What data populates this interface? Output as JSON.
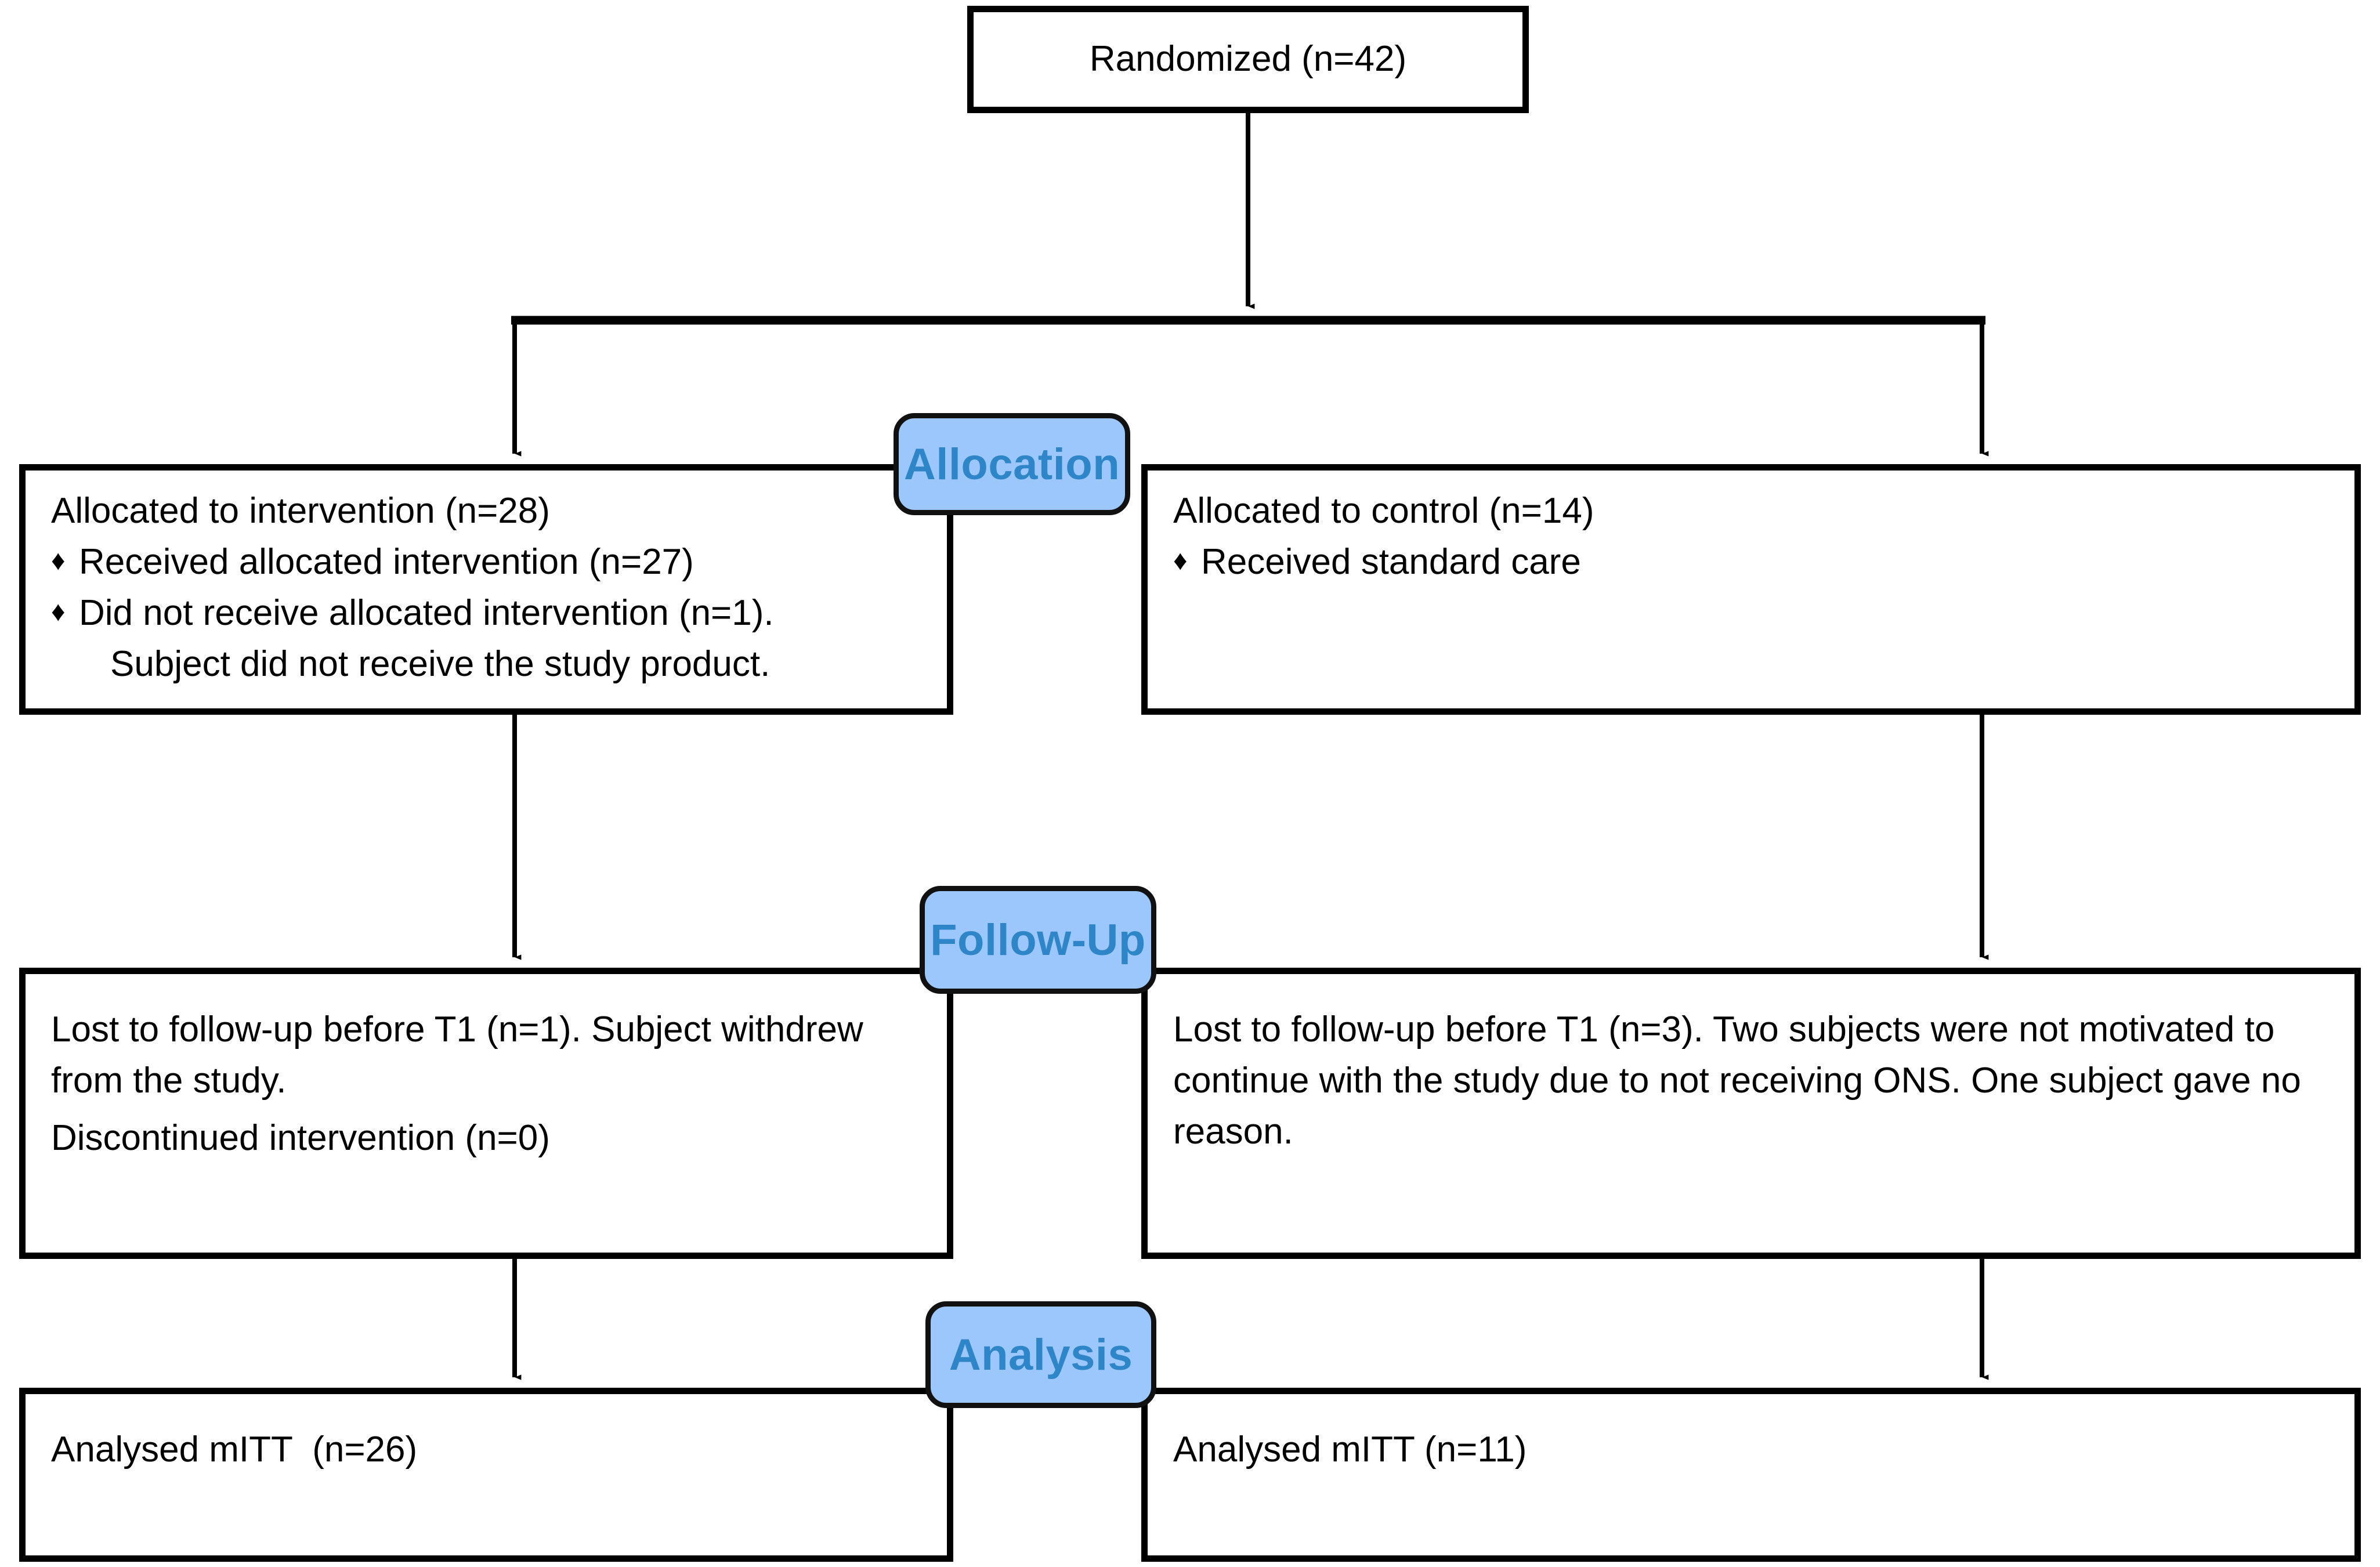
{
  "diagram": {
    "title": "CONSORT participant flow diagram",
    "colors": {
      "badge_fill": "#9cc7fd",
      "badge_text": "#2e86c8",
      "box_border": "#000000",
      "connector": "#000000",
      "background": "#ffffff"
    }
  },
  "enrollment": {
    "randomized_label": "Randomized (n=42)"
  },
  "stages": {
    "allocation_label": "Allocation",
    "followup_label": "Follow-Up",
    "analysis_label": "Analysis"
  },
  "allocation": {
    "intervention": {
      "heading": "Allocated to intervention (n=28)",
      "bullets": [
        {
          "glyph": "♦",
          "text": "Received allocated intervention (n=27)",
          "continuation": ""
        },
        {
          "glyph": "♦",
          "text": "Did not receive allocated intervention (n=1).",
          "continuation": "Subject did not receive the study product."
        }
      ]
    },
    "control": {
      "heading": "Allocated to control (n=14)",
      "bullets": [
        {
          "glyph": "♦",
          "text": "Received standard care",
          "continuation": ""
        }
      ]
    }
  },
  "followup": {
    "intervention": {
      "lost_text": "Lost to follow-up before T1 (n=1). Subject withdrew from the study.",
      "discontinued_text": "Discontinued intervention (n=0)"
    },
    "control": {
      "lost_text": "Lost to follow-up before T1 (n=3). Two subjects were not motivated to continue with the study due to not receiving ONS. One subject gave no reason.",
      "discontinued_text": ""
    }
  },
  "analysis": {
    "intervention": {
      "analysed_text": "Analysed mITT  (n=26)"
    },
    "control": {
      "analysed_text": "Analysed mITT (n=11)"
    }
  },
  "counts": {
    "randomized": 42,
    "allocated_intervention": 28,
    "received_intervention": 27,
    "did_not_receive_intervention": 1,
    "allocated_control": 14,
    "lost_followup_intervention": 1,
    "discontinued_intervention": 0,
    "lost_followup_control": 3,
    "analysed_intervention": 26,
    "analysed_control": 11
  }
}
